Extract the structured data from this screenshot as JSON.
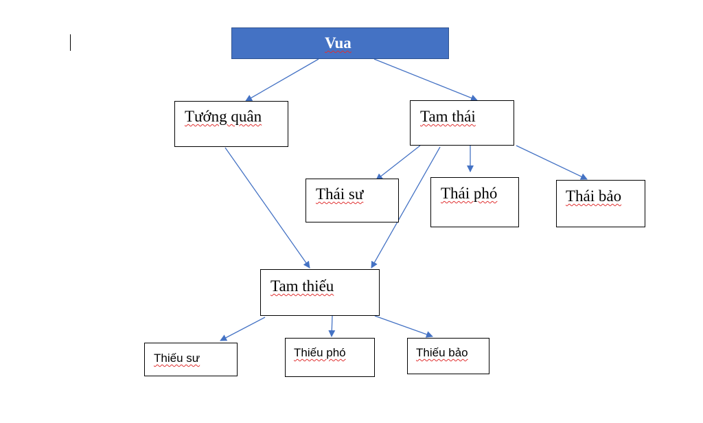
{
  "colors": {
    "root_fill": "#4472c4",
    "arrow": "#4472c4",
    "spellcheck_underline": "#e03030"
  },
  "diagram": {
    "root": {
      "label": "Vua"
    },
    "tuong_quan": {
      "label": "Tướng quân"
    },
    "tam_thai": {
      "label": "Tam thái"
    },
    "thai_su": {
      "label": "Thái sư"
    },
    "thai_pho": {
      "label": "Thái phó"
    },
    "thai_bao": {
      "label": "Thái bảo"
    },
    "tam_thieu": {
      "label": "Tam thiếu"
    },
    "thieu_su": {
      "label": "Thiếu sư"
    },
    "thieu_pho": {
      "label": "Thiếu phó"
    },
    "thieu_bao": {
      "label": "Thiếu bảo"
    }
  }
}
